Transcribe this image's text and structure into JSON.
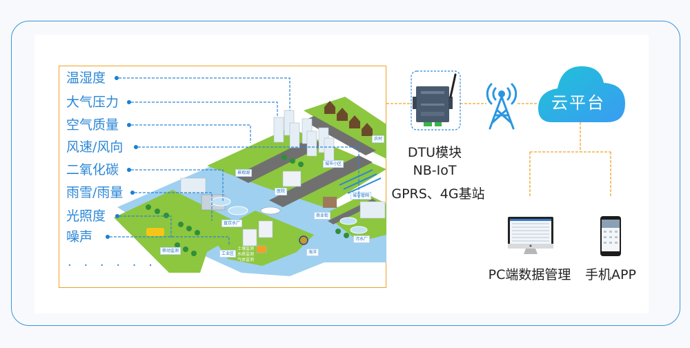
{
  "sensors": {
    "items": [
      {
        "label": "温湿度"
      },
      {
        "label": "大气压力"
      },
      {
        "label": "空气质量"
      },
      {
        "label": "风速/风向"
      },
      {
        "label": "二氧化碳"
      },
      {
        "label": "雨雪/雨量"
      },
      {
        "label": "光照度"
      },
      {
        "label": "噪声"
      }
    ],
    "more": "· · · · · ·"
  },
  "city": {
    "tags": {
      "village": "农村",
      "residential": "城市小区",
      "lake": "景观湖",
      "hospital": "医院",
      "pipe": "城市管网",
      "street": "商业街",
      "waterworks": "直饮水厂",
      "sewage": "污水厂",
      "industry": "工业区",
      "ocean": "海洋",
      "mobile": "移动监测",
      "monitor1": "土壤监测",
      "monitor2": "水质监测",
      "monitor3": "气体监测"
    }
  },
  "dtu": {
    "line1": "DTU模块",
    "line2": "NB-IoT",
    "line3": "GPRS、4G基站"
  },
  "cloud": {
    "label": "云平台"
  },
  "clients": {
    "pc": "PC端数据管理",
    "app": "手机APP"
  },
  "colors": {
    "accent_blue": "#2a86d6",
    "connector_orange": "#f0a022",
    "frame_blue": "#3a95d8"
  }
}
